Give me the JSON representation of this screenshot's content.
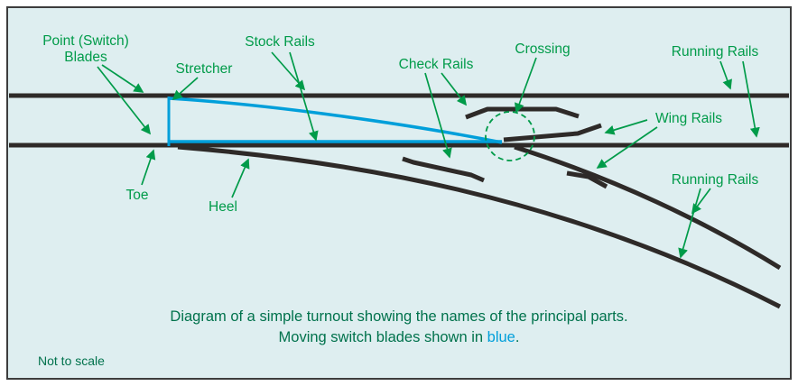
{
  "colors": {
    "background": "#deeef0",
    "border": "#3d3d3d",
    "rail_black": "#2e2a28",
    "blade_blue": "#009fda",
    "label_green": "#009b49",
    "caption_green": "#00724c"
  },
  "diagram": {
    "labels": {
      "point_switch_blades_line1": "Point (Switch)",
      "point_switch_blades_line2": "Blades",
      "stretcher": "Stretcher",
      "stock_rails": "Stock Rails",
      "check_rails": "Check Rails",
      "crossing": "Crossing",
      "running_rails_top": "Running Rails",
      "wing_rails": "Wing Rails",
      "running_rails_bottom": "Running Rails",
      "toe": "Toe",
      "heel": "Heel"
    }
  },
  "caption": {
    "line1": "Diagram of a simple turnout showing the names of the principal parts.",
    "line2_prefix": "Moving switch blades shown in ",
    "line2_highlight": "blue",
    "line2_suffix": ".",
    "note": "Not to scale"
  }
}
